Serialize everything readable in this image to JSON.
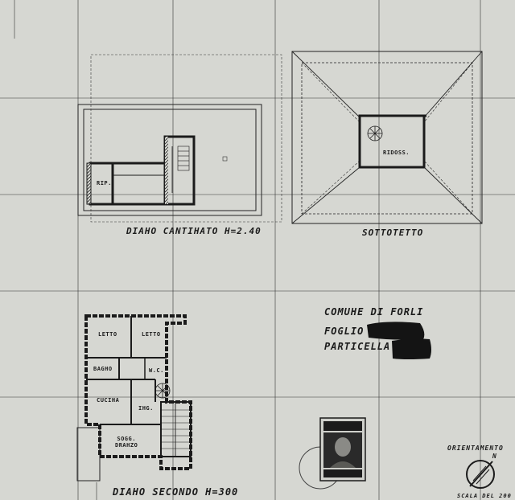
{
  "titles": {
    "cantinato": "DIAHO CANTIHATO H=2.40",
    "sottotetto": "SOTTOTETTO",
    "secondo": "DIAHO SECONDO H=300"
  },
  "rooms": {
    "rip": "RIP.",
    "ridosso": "RIDOSS.",
    "letto1": "LETTO",
    "letto2": "LETTO",
    "bagno": "BAGHO",
    "wc": "W.C.",
    "cucina": "CUCIHA",
    "ing": "IHG.",
    "sogg1": "SOGG.",
    "sogg2": "DRAHZO"
  },
  "cadastral": {
    "comune": "COMUHE DI FORLI",
    "foglio": "FOGLIO",
    "particella": "PARTICELLA"
  },
  "orientamento": {
    "label": "ORIENTAMENTO",
    "north": "N",
    "scala": "SCALA DEL 200"
  },
  "colors": {
    "paper": "#d6d7d2",
    "ink": "#1b1b1b",
    "redaction": "#141414"
  },
  "icons": [
    "stamp-icon",
    "compass-icon",
    "spiral-staircase-icon",
    "stair-flight-icon"
  ]
}
